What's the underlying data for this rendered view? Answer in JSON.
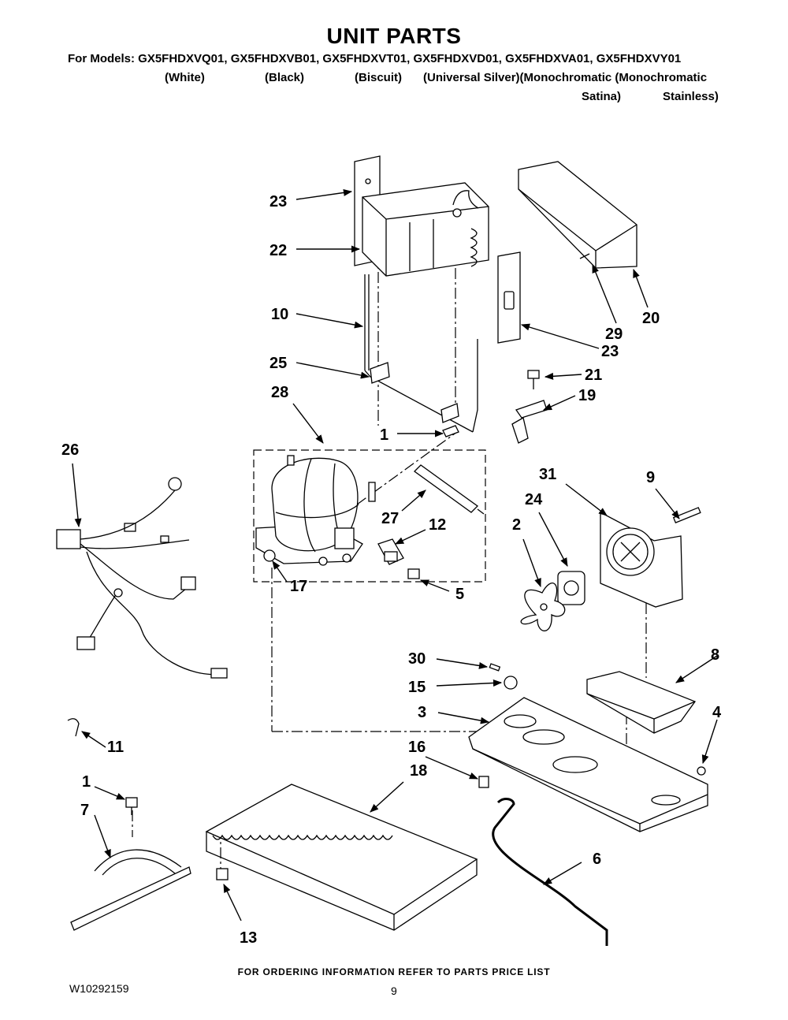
{
  "header": {
    "title": "UNIT PARTS",
    "models_line": "For Models: GX5FHDXVQ01, GX5FHDXVB01, GX5FHDXVT01, GX5FHDXVD01, GX5FHDXVA01, GX5FHDXVY01",
    "colors": {
      "white": "(White)",
      "black": "(Black)",
      "biscuit": "(Biscuit)",
      "silver": "(Universal Silver)(Monochromatic (Monochromatic",
      "satina": "Satina)",
      "stainless": "Stainless)"
    }
  },
  "callouts": {
    "c23a": "23",
    "c22": "22",
    "c10": "10",
    "c25": "25",
    "c28": "28",
    "c26": "26",
    "c1a": "1",
    "c27": "27",
    "c12": "12",
    "c17": "17",
    "c5": "5",
    "c20": "20",
    "c29": "29",
    "c23b": "23",
    "c21": "21",
    "c19": "19",
    "c31": "31",
    "c9": "9",
    "c24": "24",
    "c2": "2",
    "c30": "30",
    "c15": "15",
    "c8": "8",
    "c3": "3",
    "c4": "4",
    "c16": "16",
    "c18": "18",
    "c11": "11",
    "c1b": "1",
    "c7": "7",
    "c6": "6",
    "c13": "13"
  },
  "footer": {
    "note": "FOR ORDERING INFORMATION REFER TO PARTS PRICE LIST",
    "doc_number": "W10292159",
    "page_number": "9"
  }
}
